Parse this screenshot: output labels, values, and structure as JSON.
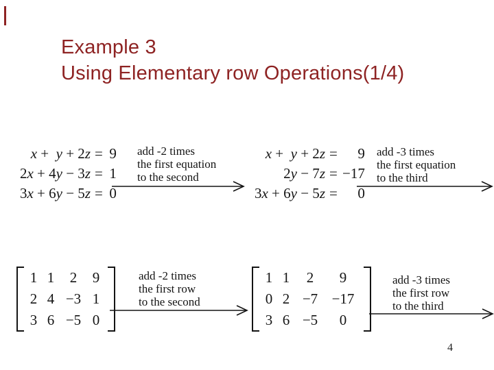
{
  "slide": {
    "title_line1": "Example 3",
    "title_line2": "Using Elementary row Operations(1/4)",
    "accent_color": "#8E2323",
    "page_number": "4"
  },
  "math": {
    "equals": "="
  },
  "systems": [
    {
      "name": "original-system",
      "equations": [
        {
          "lhs": "x +  y + 2z",
          "rhs": "9"
        },
        {
          "lhs": "2x + 4y − 3z",
          "rhs": "1"
        },
        {
          "lhs": "3x + 6y − 5z",
          "rhs": "0"
        }
      ]
    },
    {
      "name": "system-after-first-operation",
      "equations": [
        {
          "lhs": "x +  y + 2z",
          "rhs": "9"
        },
        {
          "lhs": "2y − 7z",
          "rhs": "−17"
        },
        {
          "lhs": "3x + 6y − 5z",
          "rhs": "0"
        }
      ]
    }
  ],
  "operations": [
    {
      "lines": [
        "add -2 times",
        "the first equation",
        "to the second"
      ]
    },
    {
      "lines": [
        "add -3 times",
        "the first equation",
        "to the third"
      ]
    },
    {
      "lines": [
        "add -2 times",
        "the first row",
        "to the second"
      ]
    },
    {
      "lines": [
        "add -3 times",
        "the first row",
        "to the third"
      ]
    }
  ],
  "matrices": [
    {
      "name": "augmented-matrix-1",
      "rows": [
        [
          "1",
          "1",
          "2",
          "9"
        ],
        [
          "2",
          "4",
          "−3",
          "1"
        ],
        [
          "3",
          "6",
          "−5",
          "0"
        ]
      ]
    },
    {
      "name": "augmented-matrix-2",
      "rows": [
        [
          "1",
          "1",
          "2",
          "9"
        ],
        [
          "0",
          "2",
          "−7",
          "−17"
        ],
        [
          "3",
          "6",
          "−5",
          "0"
        ]
      ]
    }
  ]
}
